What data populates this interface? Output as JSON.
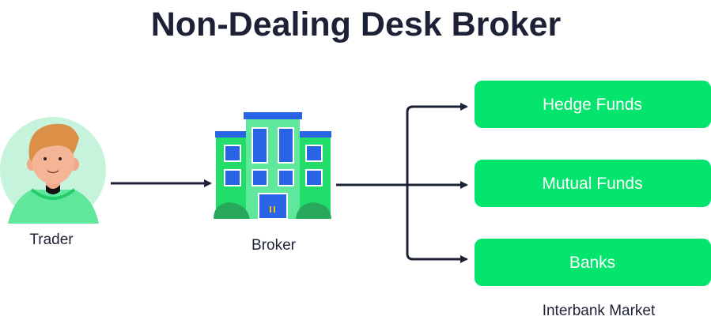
{
  "title": "Non-Dealing Desk Broker",
  "nodes": {
    "trader": {
      "label": "Trader",
      "icon": "person-avatar-icon"
    },
    "broker": {
      "label": "Broker",
      "icon": "office-building-icon"
    }
  },
  "market": {
    "label": "Interbank Market",
    "items": [
      {
        "label": "Hedge Funds"
      },
      {
        "label": "Mutual Funds"
      },
      {
        "label": "Banks"
      }
    ]
  },
  "colors": {
    "text": "#1d2135",
    "box": "#05e46d",
    "arrow": "#1d2135",
    "building_blue": "#2a64e6",
    "building_green": "#22dd6a"
  }
}
